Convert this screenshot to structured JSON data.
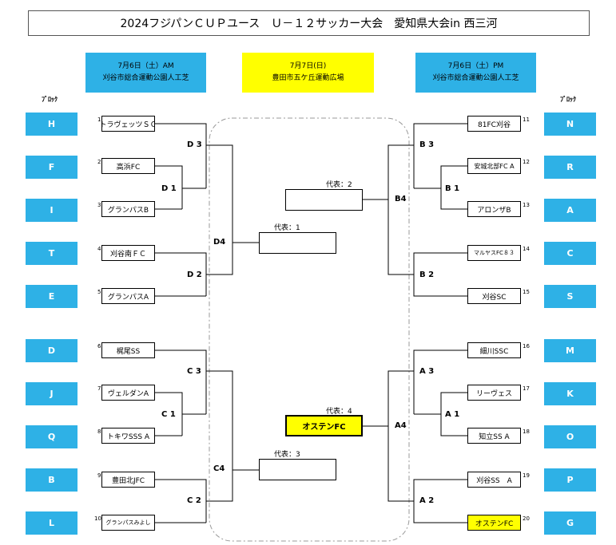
{
  "title": "2024フジパンＣＵＰユース　Ｕ－１２サッカー大会　愛知県大会in 西三河",
  "venues": {
    "left": {
      "date": "7月6日（土）AM",
      "place": "刈谷市総合運動公園人工芝"
    },
    "center": {
      "date": "7月7日(日)",
      "place": "豊田市五ケ丘運動広場"
    },
    "right": {
      "date": "7月6日（土）PM",
      "place": "刈谷市総合運動公園人工芝"
    }
  },
  "block_header": "ﾌﾞﾛｯｸ",
  "left_teams": [
    {
      "num": "1",
      "block": "H",
      "name": "トラヴェッツＳＣ"
    },
    {
      "num": "2",
      "block": "F",
      "name": "高浜FC"
    },
    {
      "num": "3",
      "block": "I",
      "name": "グランパスB"
    },
    {
      "num": "4",
      "block": "T",
      "name": "刈谷南ＦＣ"
    },
    {
      "num": "5",
      "block": "E",
      "name": "グランパスA"
    },
    {
      "num": "6",
      "block": "D",
      "name": "梶尾SS"
    },
    {
      "num": "7",
      "block": "J",
      "name": "ヴェルダンA"
    },
    {
      "num": "8",
      "block": "Q",
      "name": "トキワSSS A"
    },
    {
      "num": "9",
      "block": "B",
      "name": "豊田北JFC"
    },
    {
      "num": "10",
      "block": "L",
      "name": "グランパスみよし"
    }
  ],
  "right_teams": [
    {
      "num": "11",
      "block": "N",
      "name": "81FC刈谷"
    },
    {
      "num": "12",
      "block": "R",
      "name": "安城北部FC A"
    },
    {
      "num": "13",
      "block": "A",
      "name": "アロンザB"
    },
    {
      "num": "14",
      "block": "C",
      "name": "マルヤスFC８３"
    },
    {
      "num": "15",
      "block": "S",
      "name": "刈谷SC"
    },
    {
      "num": "16",
      "block": "M",
      "name": "細川SSC"
    },
    {
      "num": "17",
      "block": "K",
      "name": "リーヴェス"
    },
    {
      "num": "18",
      "block": "O",
      "name": "知立SS A"
    },
    {
      "num": "19",
      "block": "P",
      "name": "刈谷SS　A"
    },
    {
      "num": "20",
      "block": "G",
      "name": "オステンFC"
    }
  ],
  "match_labels": {
    "D1": "D 1",
    "D2": "D 2",
    "D3": "D 3",
    "D4": "D4",
    "C1": "C 1",
    "C2": "C 2",
    "C3": "C 3",
    "C4": "C4",
    "B1": "B 1",
    "B2": "B 2",
    "B3": "B 3",
    "B4": "B4",
    "A1": "A 1",
    "A2": "A 2",
    "A3": "A 3",
    "A4": "A4"
  },
  "representatives": [
    {
      "label": "代表：1",
      "name": ""
    },
    {
      "label": "代表：2",
      "name": ""
    },
    {
      "label": "代表：3",
      "name": ""
    },
    {
      "label": "代表：4",
      "name": "オステンFC"
    }
  ],
  "colors": {
    "block_blue": "#2eb1e6",
    "highlight_yellow": "#ffff00"
  }
}
